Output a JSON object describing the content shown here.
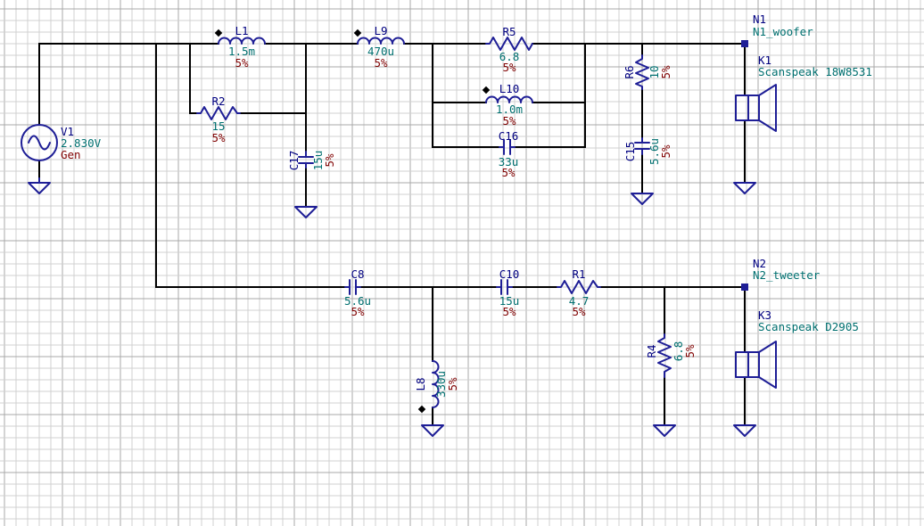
{
  "generator": {
    "name": "V1",
    "value": "2.830V",
    "label": "Gen"
  },
  "nodes": {
    "n1": {
      "name": "N1",
      "label": "N1_woofer"
    },
    "n2": {
      "name": "N2",
      "label": "N2_tweeter"
    }
  },
  "drivers": {
    "k1": {
      "name": "K1",
      "model": "Scanspeak 18W8531"
    },
    "k3": {
      "name": "K3",
      "model": "Scanspeak D2905"
    }
  },
  "components": {
    "L1": {
      "name": "L1",
      "value": "1.5m",
      "tol": "5%"
    },
    "L9": {
      "name": "L9",
      "value": "470u",
      "tol": "5%"
    },
    "R5": {
      "name": "R5",
      "value": "6.8",
      "tol": "5%"
    },
    "R2": {
      "name": "R2",
      "value": "15",
      "tol": "5%"
    },
    "L10": {
      "name": "L10",
      "value": "1.0m",
      "tol": "5%"
    },
    "C16": {
      "name": "C16",
      "value": "33u",
      "tol": "5%"
    },
    "C17": {
      "name": "C17",
      "value": "15u",
      "tol": "5%"
    },
    "R6": {
      "name": "R6",
      "value": "10",
      "tol": "5%"
    },
    "C15": {
      "name": "C15",
      "value": "5.6u",
      "tol": "5%"
    },
    "C8": {
      "name": "C8",
      "value": "5.6u",
      "tol": "5%"
    },
    "C10": {
      "name": "C10",
      "value": "15u",
      "tol": "5%"
    },
    "R1": {
      "name": "R1",
      "value": "4.7",
      "tol": "5%"
    },
    "L8": {
      "name": "L8",
      "value": "330u",
      "tol": "5%"
    },
    "R4": {
      "name": "R4",
      "value": "6.8",
      "tol": "5%"
    }
  },
  "colors": {
    "grid_minor": "#d0d0d0",
    "grid_major": "#a8a8a8",
    "wire": "#000000",
    "component": "#1e1e96",
    "name_text": "#000080",
    "value_text": "#007070",
    "tolerance_text": "#800000"
  }
}
